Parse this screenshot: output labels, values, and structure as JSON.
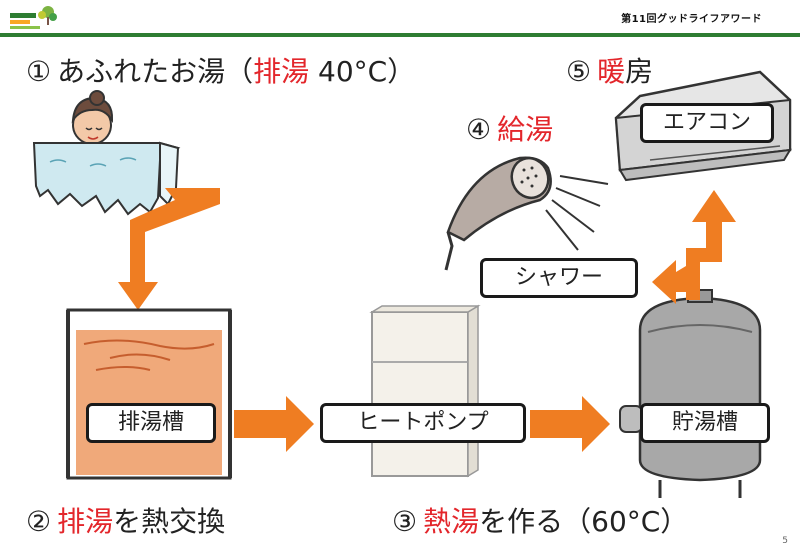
{
  "header": {
    "title": "第11回グッドライフアワード"
  },
  "steps": {
    "s1": {
      "num": "①",
      "pre": "あふれたお湯（",
      "red": "排湯",
      "post": " 40°C）"
    },
    "s2": {
      "num": "②",
      "red": "排湯",
      "post": "を熱交換"
    },
    "s3": {
      "num": "③",
      "red": "熱湯",
      "post": "を作る（60°C）"
    },
    "s4": {
      "num": "④",
      "red": "給湯"
    },
    "s5": {
      "num": "⑤",
      "red": "暖",
      "post": "房"
    }
  },
  "labels": {
    "drain_tank": "排湯槽",
    "heat_pump": "ヒートポンプ",
    "storage_tank": "貯湯槽",
    "shower": "シャワー",
    "aircon": "エアコン"
  },
  "page_number": "5",
  "colors": {
    "accent_red": "#e3262b",
    "arrow_orange": "#ef7d22",
    "brand_green": "#2e7d32"
  }
}
